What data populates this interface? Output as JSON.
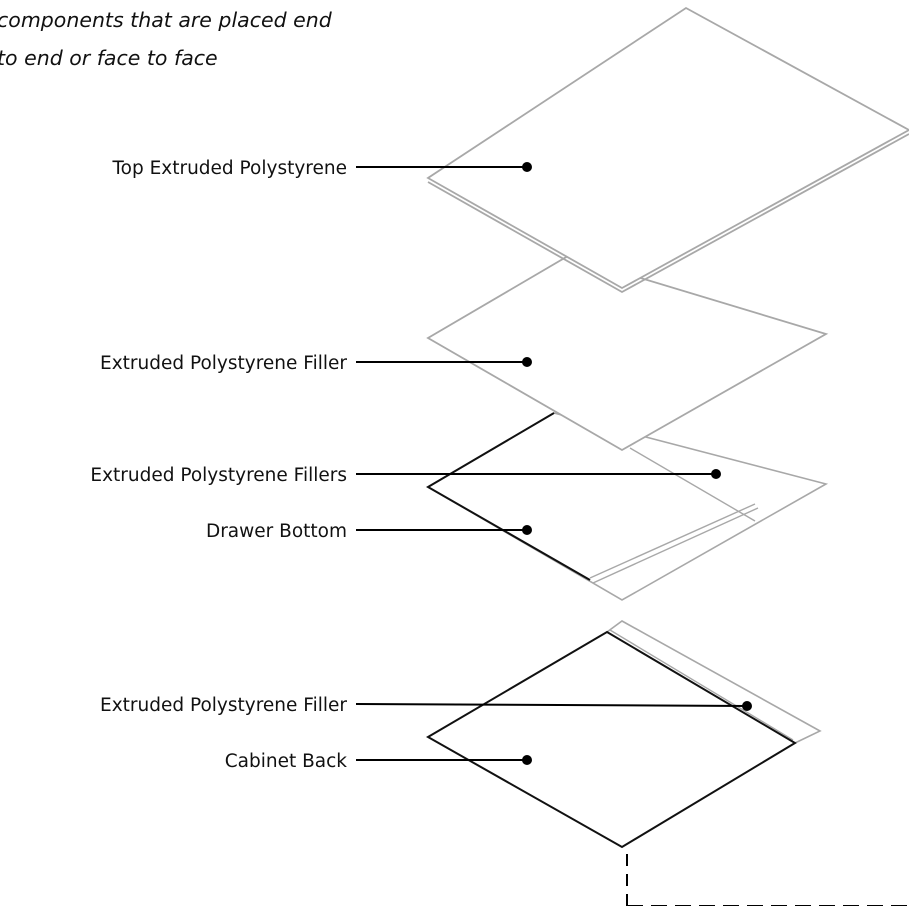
{
  "header": {
    "line1": "components that are placed end",
    "line2": "to end or face to face"
  },
  "callouts": {
    "top_xps": "Top Extruded Polystyrene",
    "xps_filler_upper": "Extruded Polystyrene Filler",
    "xps_fillers": "Extruded Polystyrene Fillers",
    "drawer_bottom": "Drawer Bottom",
    "xps_filler_lower": "Extruded Polystyrene Filler",
    "cabinet_back": "Cabinet Back"
  },
  "colors": {
    "outline_gray": "#a8a8a8",
    "outline_black": "#111111",
    "leader": "#000000",
    "text": "#111111"
  }
}
